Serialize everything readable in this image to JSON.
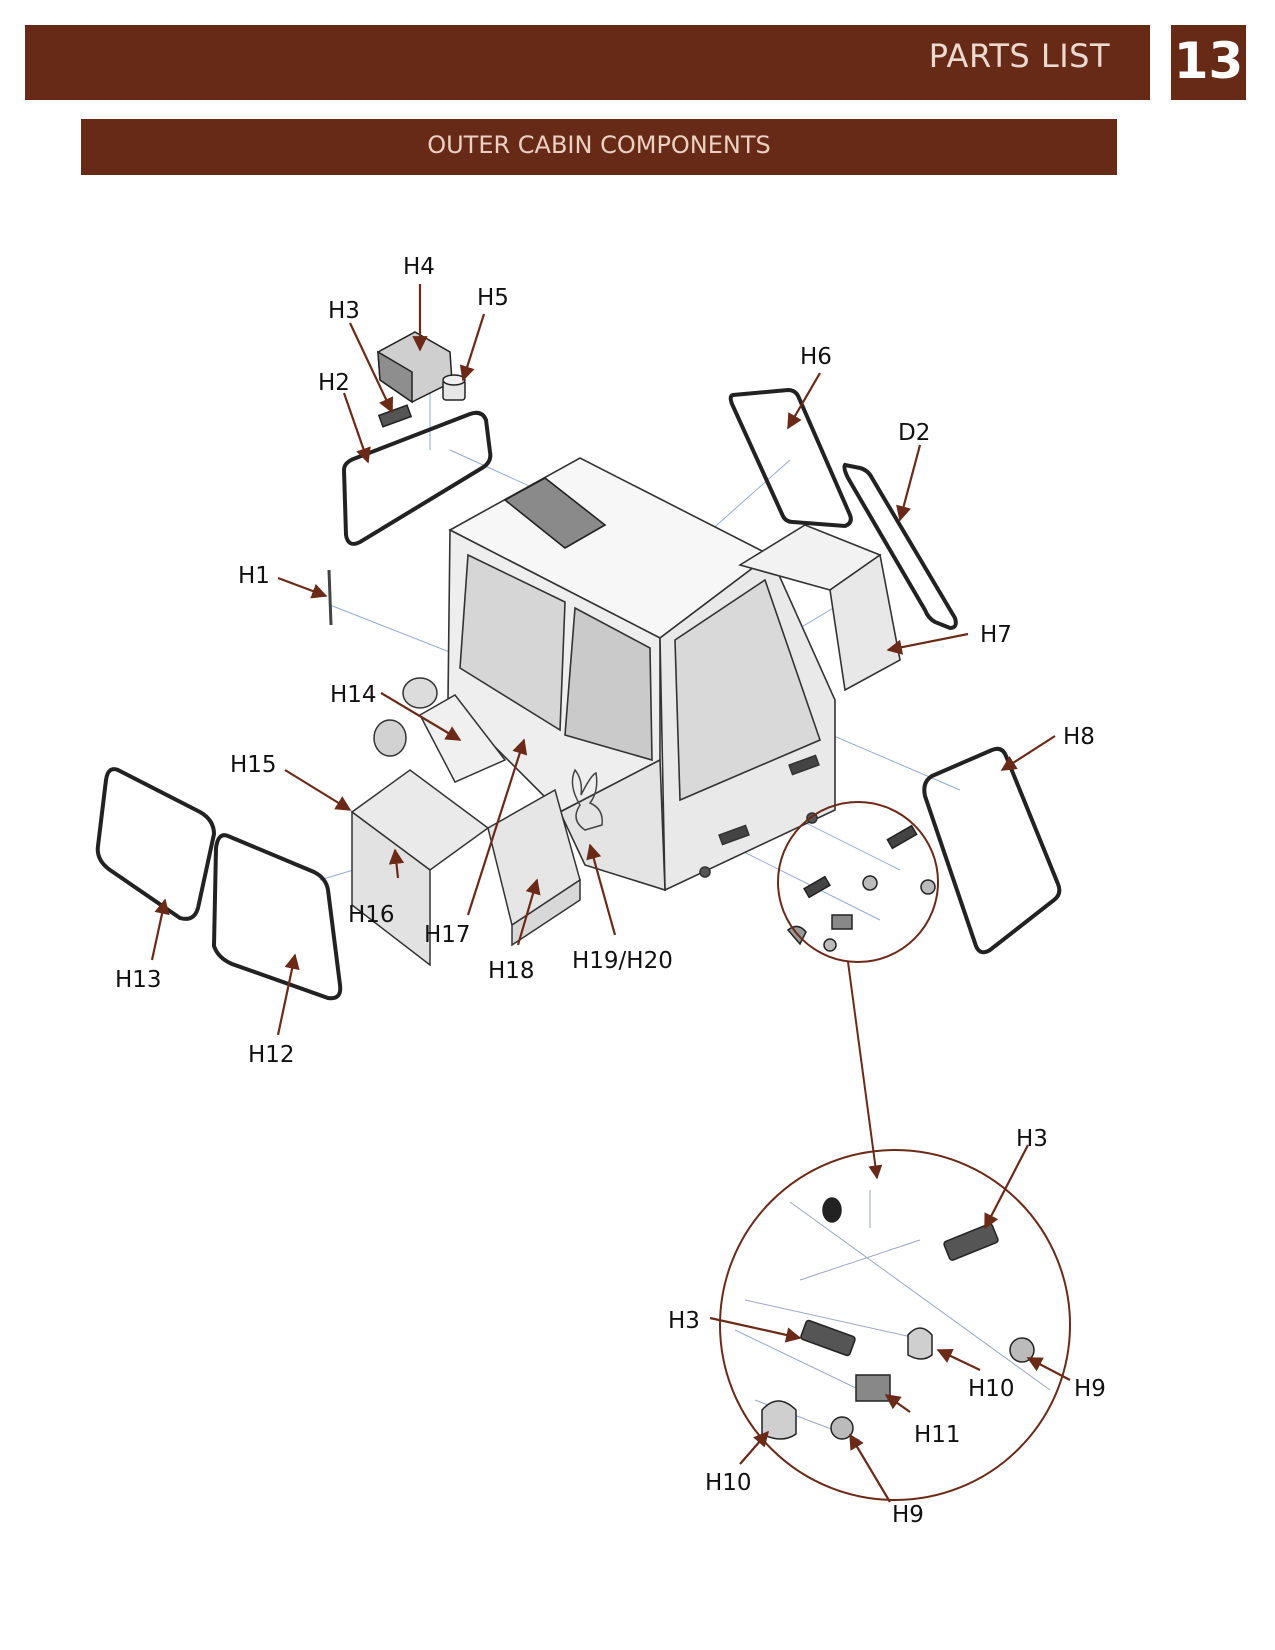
{
  "header": {
    "title": "PARTS LIST",
    "page_number": "13"
  },
  "section": {
    "title": "OUTER CABIN COMPONENTS"
  },
  "colors": {
    "brand": "#672a17",
    "arrow": "#6b2a18",
    "ink": "#111111"
  },
  "labels": {
    "h1": "H1",
    "h2": "H2",
    "h3": "H3",
    "h4": "H4",
    "h5": "H5",
    "h6": "H6",
    "d2": "D2",
    "h7": "H7",
    "h8": "H8",
    "h12": "H12",
    "h13": "H13",
    "h14": "H14",
    "h15": "H15",
    "h16": "H16",
    "h17": "H17",
    "h18": "H18",
    "h19h20": "H19/H20",
    "detail_h3_top": "H3",
    "detail_h3_left": "H3",
    "detail_h10_right": "H10",
    "detail_h9_right": "H9",
    "detail_h11": "H11",
    "detail_h10_left": "H10",
    "detail_h9_bottom": "H9"
  }
}
